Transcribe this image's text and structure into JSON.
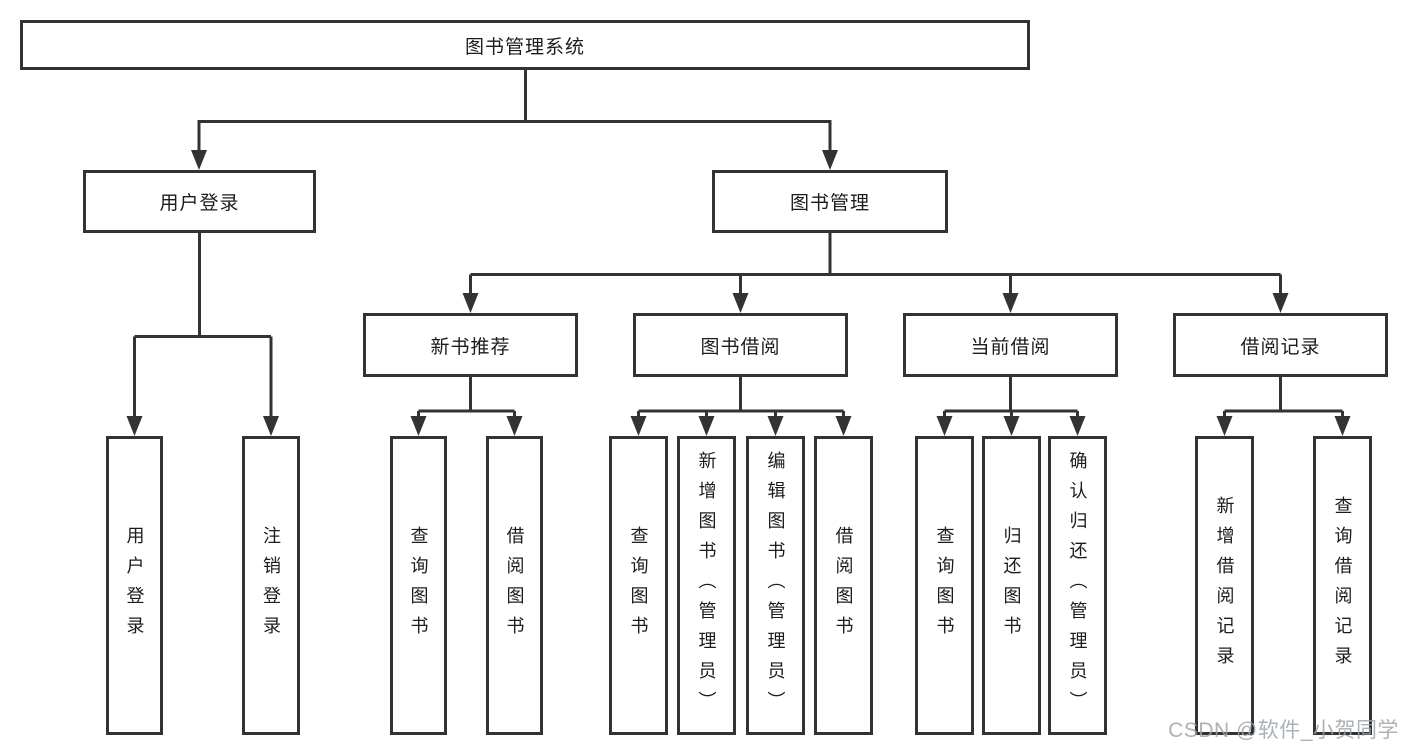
{
  "diagram": {
    "root": {
      "label": "图书管理系统"
    },
    "level2": [
      {
        "id": "user-login",
        "label": "用户登录"
      },
      {
        "id": "book-management",
        "label": "图书管理"
      }
    ],
    "level3": [
      {
        "id": "new-book-recommend",
        "label": "新书推荐"
      },
      {
        "id": "book-borrow",
        "label": "图书借阅"
      },
      {
        "id": "current-borrow",
        "label": "当前借阅"
      },
      {
        "id": "borrow-records",
        "label": "借阅记录"
      }
    ],
    "leaves": [
      {
        "group": "user-login",
        "label": "用户登录"
      },
      {
        "group": "user-login",
        "label": "注销登录"
      },
      {
        "group": "new-book-recommend",
        "label": "查询图书"
      },
      {
        "group": "new-book-recommend",
        "label": "借阅图书"
      },
      {
        "group": "book-borrow",
        "label": "查询图书"
      },
      {
        "group": "book-borrow",
        "label": "新增图书（管理员）"
      },
      {
        "group": "book-borrow",
        "label": "编辑图书（管理员）"
      },
      {
        "group": "book-borrow",
        "label": "借阅图书"
      },
      {
        "group": "current-borrow",
        "label": "查询图书"
      },
      {
        "group": "current-borrow",
        "label": "归还图书"
      },
      {
        "group": "current-borrow",
        "label": "确认归还（管理员）"
      },
      {
        "group": "borrow-records",
        "label": "新增借阅记录"
      },
      {
        "group": "borrow-records",
        "label": "查询借阅记录"
      }
    ],
    "watermark": "CSDN @软件_小贺同学",
    "colors": {
      "line": "#333333",
      "text": "#1c1c1c",
      "watermark": "#9ea3a9",
      "background": "#ffffff"
    }
  }
}
